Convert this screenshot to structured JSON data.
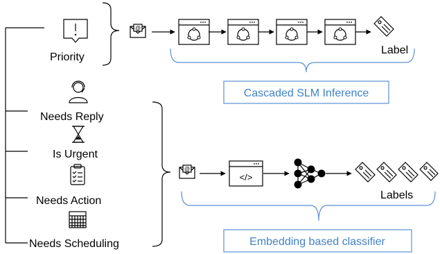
{
  "categories": {
    "priority": "Priority",
    "needs_reply": "Needs Reply",
    "is_urgent": "Is Urgent",
    "needs_action": "Needs Action",
    "needs_scheduling": "Needs Scheduling"
  },
  "top_pipeline": {
    "output_label": "Label",
    "caption": "Cascaded SLM Inference"
  },
  "bottom_pipeline": {
    "output_label": "Labels",
    "caption": "Embedding based classifier"
  },
  "icons": {
    "priority": "exclamation-box-icon",
    "needs_reply": "person-headset-icon",
    "is_urgent": "hourglass-icon",
    "needs_action": "clipboard-checklist-icon",
    "needs_scheduling": "calendar-icon",
    "email": "email-at-icon",
    "slm": "window-network-icon",
    "code": "code-window-icon",
    "neural": "neural-network-icon",
    "tag": "tag-icon"
  },
  "colors": {
    "line": "#000000",
    "caption_text": "#3f82c6",
    "caption_border": "#5b8fd6"
  }
}
